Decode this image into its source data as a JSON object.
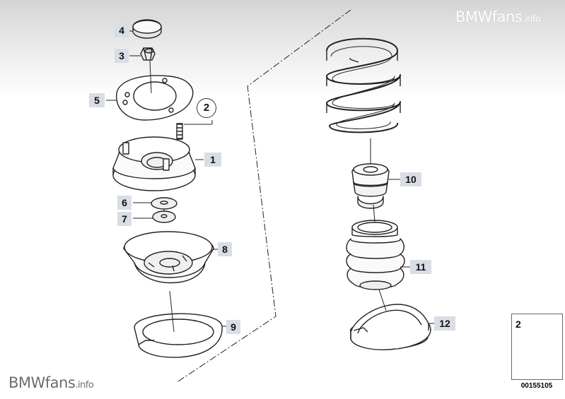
{
  "watermark": {
    "brand": "BMWfans",
    "suffix": ".info"
  },
  "callouts": {
    "p1": "1",
    "p2": "2",
    "p3": "3",
    "p4": "4",
    "p5": "5",
    "p6": "6",
    "p7": "7",
    "p8": "8",
    "p9": "9",
    "p10": "10",
    "p11": "11",
    "p12": "12"
  },
  "legend": {
    "number": "2"
  },
  "reference_number": "00155105",
  "colors": {
    "label_bg": "#d8dde6",
    "stroke": "#222222"
  }
}
